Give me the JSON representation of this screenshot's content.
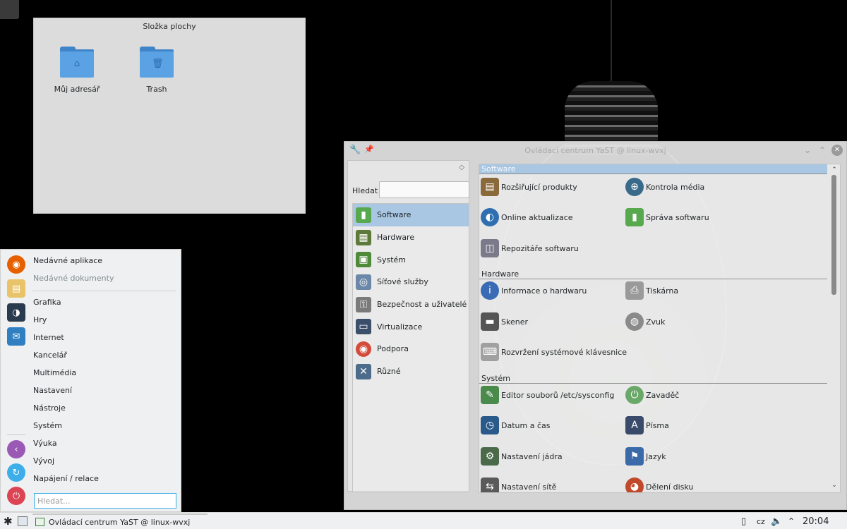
{
  "desktop": {
    "folder_view_title": "Složka plochy",
    "icons": [
      {
        "label": "Můj adresář",
        "icon": "home-folder-icon"
      },
      {
        "label": "Trash",
        "icon": "trash-folder-icon"
      }
    ]
  },
  "yast": {
    "title": "Ovládací centrum YaST @ linux-wvxj",
    "search_label": "Hledat",
    "search_value": "",
    "categories": [
      {
        "label": "Software",
        "selected": true,
        "color": "#58a84e"
      },
      {
        "label": "Hardware",
        "color": "#5d7a3a"
      },
      {
        "label": "Systém",
        "color": "#4f8a3a"
      },
      {
        "label": "Síťové služby",
        "color": "#6c87a8"
      },
      {
        "label": "Bezpečnost a uživatelé",
        "color": "#7a7a7a"
      },
      {
        "label": "Virtualizace",
        "color": "#3b4f6b"
      },
      {
        "label": "Podpora",
        "color": "#d34b3b"
      },
      {
        "label": "Různé",
        "color": "#4d6b8a"
      }
    ],
    "sections": [
      {
        "title": "Software",
        "modules": [
          {
            "label": "Rozšiřující produkty",
            "color": "#8a6a3a"
          },
          {
            "label": "Kontrola média",
            "color": "#3a6a8a"
          },
          {
            "label": "Online aktualizace",
            "color": "#2f6fb0"
          },
          {
            "label": "Správa softwaru",
            "color": "#58a84e"
          },
          {
            "label": "Repozitáře softwaru",
            "color": "#7a7a8a"
          }
        ]
      },
      {
        "title": "Hardware",
        "modules": [
          {
            "label": "Informace o hardwaru",
            "color": "#3a6bb5"
          },
          {
            "label": "Tiskárna",
            "color": "#9a9a9a"
          },
          {
            "label": "Skener",
            "color": "#555555"
          },
          {
            "label": "Zvuk",
            "color": "#8a8a8a"
          },
          {
            "label": "Rozvržení systémové klávesnice",
            "color": "#a0a0a0"
          }
        ]
      },
      {
        "title": "Systém",
        "modules": [
          {
            "label": "Editor souborů /etc/sysconfig",
            "color": "#4a8a4a"
          },
          {
            "label": "Zavaděč",
            "color": "#6aa86a"
          },
          {
            "label": "Datum a čas",
            "color": "#2a5a8a"
          },
          {
            "label": "Písma",
            "color": "#3a4a6a"
          },
          {
            "label": "Nastavení jádra",
            "color": "#4a6a4a"
          },
          {
            "label": "Jazyk",
            "color": "#3a6aa8"
          },
          {
            "label": "Nastavení sítě",
            "color": "#5a5a5a"
          },
          {
            "label": "Dělení disku",
            "color": "#c0492b"
          }
        ]
      }
    ]
  },
  "kickoff": {
    "recent_apps": "Nedávné aplikace",
    "recent_docs": "Nedávné dokumenty",
    "categories": [
      "Grafika",
      "Hry",
      "Internet",
      "Kancelář",
      "Multimédia",
      "Nastavení",
      "Nástroje",
      "Systém",
      "Výuka",
      "Vývoj",
      "Napájení / relace"
    ],
    "search_placeholder": "Hledat...",
    "favorites": [
      {
        "icon": "firefox-icon",
        "color": "#e66000"
      },
      {
        "icon": "file-manager-icon",
        "color": "#e8c36a"
      },
      {
        "icon": "settings-toggle-icon",
        "color": "#2a3a4f"
      },
      {
        "icon": "mail-icon",
        "color": "#2f7fc1"
      }
    ],
    "bottom_icons": [
      {
        "icon": "back-icon",
        "color": "#9b59b6"
      },
      {
        "icon": "switch-user-icon",
        "color": "#3daee9"
      },
      {
        "icon": "power-icon",
        "color": "#da4453"
      }
    ]
  },
  "taskbar": {
    "task_label": "Ovládací centrum YaST @ linux-wvxj",
    "keyboard_layout": "cz",
    "clock": "20:04"
  }
}
